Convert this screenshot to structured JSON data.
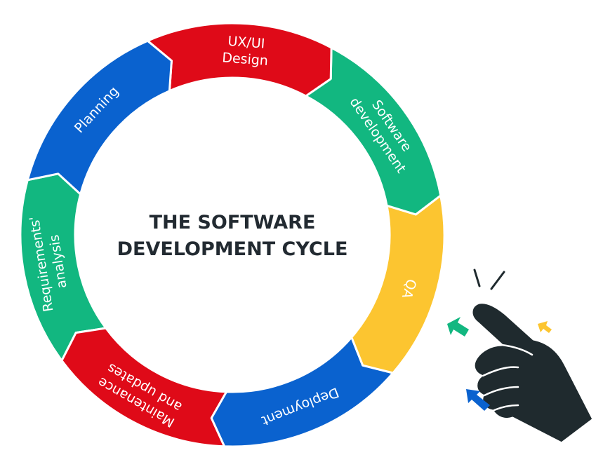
{
  "diagram": {
    "title_lines": [
      "THE SOFTWARE",
      "DEVELOPMENT CYCLE"
    ],
    "segments": [
      {
        "label_lines": [
          "Planning"
        ],
        "color": "#0a62cf"
      },
      {
        "label_lines": [
          "UX/UI",
          "Design"
        ],
        "color": "#df0a18"
      },
      {
        "label_lines": [
          "Software",
          "development"
        ],
        "color": "#12b780"
      },
      {
        "label_lines": [
          "QA"
        ],
        "color": "#fcc530"
      },
      {
        "label_lines": [
          "Deployment"
        ],
        "color": "#0a62cf"
      },
      {
        "label_lines": [
          "Maintenance",
          "and updates"
        ],
        "color": "#df0a18"
      },
      {
        "label_lines": [
          "Requirements'",
          "analysis"
        ],
        "color": "#12b780"
      }
    ]
  },
  "decoration": {
    "icon": "pointing-hand-icon",
    "hand_color": "#1f2a2e",
    "arrow_colors": [
      "#12b780",
      "#fcc530",
      "#0a62cf"
    ]
  }
}
